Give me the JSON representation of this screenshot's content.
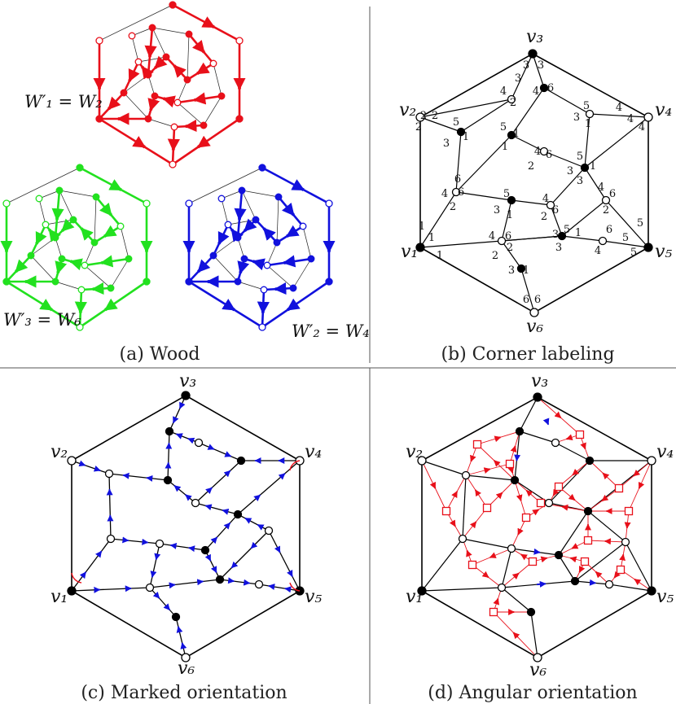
{
  "captions": {
    "a": "(a) Wood",
    "b": "(b) Corner labeling",
    "c": "(c) Marked orientation",
    "d": "(d) Angular orientation"
  },
  "wood_labels": {
    "w1": "W′₁ = W₂",
    "w3": "W′₃ = W₆",
    "w2": "W′₂ = W₄"
  },
  "vertex_labels": {
    "v1": "v₁",
    "v2": "v₂",
    "v3": "v₃",
    "v4": "v₄",
    "v5": "v₅",
    "v6": "v₆"
  },
  "colors": {
    "red": "#e8101a",
    "green": "#22e11f",
    "blue": "#1111dd",
    "black": "#000000"
  }
}
